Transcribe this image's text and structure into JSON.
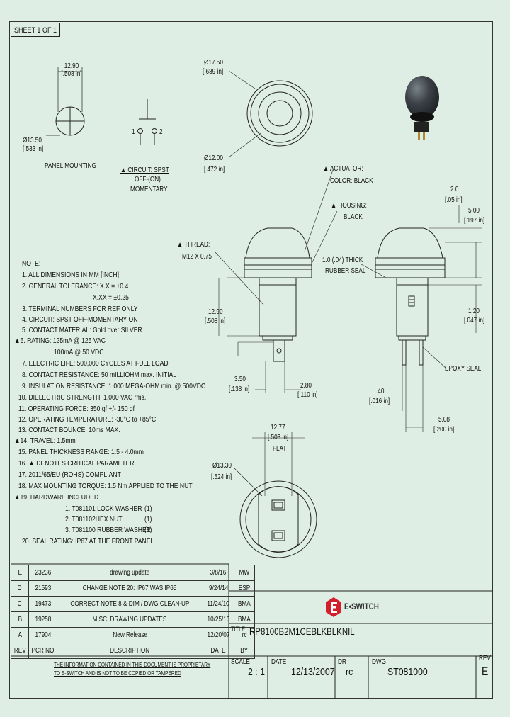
{
  "sheet": "SHEET 1 OF 1",
  "dims": {
    "mount_width": "12.90",
    "mount_width_in": "[.508 in]",
    "mount_dia": "Ø13.50",
    "mount_dia_in": "[.533 in]",
    "panel_mounting": "PANEL MOUNTING",
    "outer_dia": "Ø17.50",
    "outer_dia_in": "[.689 in]",
    "inner_dia": "Ø12.00",
    "inner_dia_in": "[.472 in]",
    "side_2_0": "2.0",
    "side_2_0_in": "[.05 in]",
    "side_5_00": "5.00",
    "side_5_00_in": "[.197 in]",
    "body_12_90": "12.90",
    "body_12_90_in": "[.508 in]",
    "side_1_20": "1.20",
    "side_1_20_in": "[.047 in]",
    "w_3_50": "3.50",
    "w_3_50_in": "[.138 in]",
    "w_2_80": "2.80",
    "w_2_80_in": "[.110 in]",
    "w_40": ".40",
    "w_40_in": "[.016 in]",
    "w_5_08": "5.08",
    "w_5_08_in": "[.200 in]",
    "flat": "12.77",
    "flat_in": "[.503 in]",
    "flat_label": "FLAT",
    "bottom_dia": "Ø13.30",
    "bottom_dia_in": "[.524 in]"
  },
  "circuit": {
    "pin1": "1",
    "pin2": "2",
    "line1": "▲ CIRCUIT: SPST",
    "line2": "OFF-(ON)",
    "line3": "MOMENTARY"
  },
  "callouts": {
    "actuator1": "▲ ACTUATOR:",
    "actuator2": "COLOR: BLACK",
    "housing1": "▲ HOUSING:",
    "housing2": "BLACK",
    "thread1": "▲ THREAD:",
    "thread2": "M12 X 0.75",
    "seal1": "1.0 (.04) THICK",
    "seal2": "RUBBER SEAL",
    "epoxy": "EPOXY SEAL"
  },
  "notes": [
    "NOTE:",
    "1. ALL DIMENSIONS IN MM [INCH]",
    "2. GENERAL TOLERANCE: X.X = ±0.4",
    "X.XX = ±0.25",
    "3. TERMINAL NUMBERS FOR REF ONLY",
    "4. CIRCUIT: SPST OFF-MOMENTARY ON",
    "5. CONTACT MATERIAL: Gold over SILVER",
    "▲6. RATING: 125mA @ 125 VAC",
    "100mA @ 50 VDC",
    "7. ELECTRIC LIFE: 500,000 CYCLES AT FULL LOAD",
    "8. CONTACT RESISTANCE: 50 mILLIOHM max. INITIAL",
    "9. INSULATION RESISTANCE: 1,000 MEGA-OHM min. @ 500VDC",
    "10. DIELECTRIC STRENGTH: 1,000 VAC rms.",
    "11. OPERATING FORCE: 350 gf +/- 150 gf",
    "12. OPERATING TEMPERATURE: -30°C to +85°C",
    "13. CONTACT BOUNCE: 10ms MAX.",
    "▲14. TRAVEL: 1.5mm",
    "15. PANEL THICKNESS RANGE: 1.5 - 4.0mm",
    "16. ▲ DENOTES CRITICAL PARAMETER",
    "17. 2011/65/EU (ROHS) COMPLIANT",
    "18. MAX MOUNTING TORQUE: 1.5 Nm APPLIED TO THE NUT",
    "▲19. HARDWARE INCLUDED",
    "1. T081101 LOCK WASHER",
    "(1)",
    "2. T081102HEX NUT",
    "(1)",
    "3. T081100 RUBBER WASHER",
    "(1)",
    "20. SEAL RATING: IP67 AT THE FRONT PANEL"
  ],
  "revisions": [
    {
      "rev": "E",
      "pcr": "23236",
      "desc": "drawing update",
      "date": "3/8/16",
      "by": "MW"
    },
    {
      "rev": "D",
      "pcr": "21593",
      "desc": "CHANGE NOTE 20: IP67 WAS IP65",
      "date": "9/24/14",
      "by": "ESP"
    },
    {
      "rev": "C",
      "pcr": "19473",
      "desc": "CORRECT NOTE 8 & DIM / DWG CLEAN-UP",
      "date": "11/24/10",
      "by": "BMA"
    },
    {
      "rev": "B",
      "pcr": "19258",
      "desc": "MISC. DRAWING UPDATES",
      "date": "10/25/10",
      "by": "BMA"
    },
    {
      "rev": "A",
      "pcr": "17904",
      "desc": "New Release",
      "date": "12/20/07",
      "by": "rc"
    }
  ],
  "rev_header": {
    "rev": "REV",
    "pcr": "PCR NO",
    "desc": "DESCRIPTION",
    "date": "DATE",
    "by": "BY"
  },
  "proprietary1": "THE INFORMATION CONTAINED IN THIS DOCUMENT IS PROPRIETARY",
  "proprietary2": "TO E-SWITCH AND IS NOT TO BE COPIED OR TAMPERED",
  "brand": "E•SWITCH",
  "title_label": "TITLE",
  "title_value": "RP8100B2M1CEBLKBLKNIL",
  "title_block": {
    "scale_label": "SCALE",
    "scale_value": "2 : 1",
    "date_label": "DATE",
    "date_value": "12/13/2007",
    "dr_label": "DR",
    "dr_value": "rc",
    "dwg_label": "DWG",
    "dwg_value": "ST081000",
    "rev_label": "REV",
    "rev_value": "E"
  },
  "colors": {
    "background": "#dfeee5",
    "brand_red": "#d21f2b"
  }
}
